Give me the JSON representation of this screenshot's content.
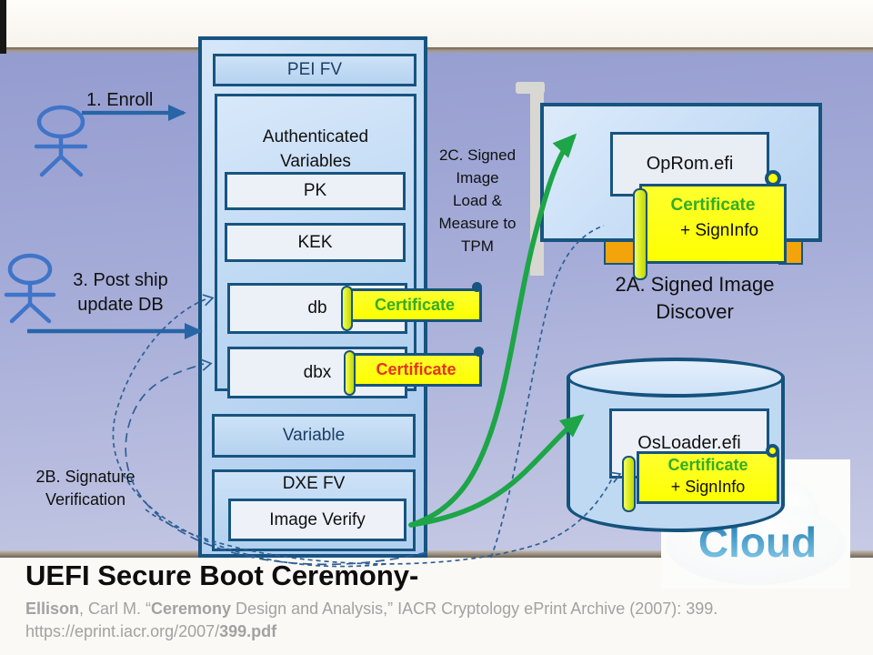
{
  "stack": {
    "pei_fv": "PEI FV",
    "auth_line1": "Authenticated",
    "auth_line2": "Variables",
    "pk": "PK",
    "kek": "KEK",
    "db": "db",
    "dbx": "dbx",
    "variable": "Variable",
    "dxe_fv": "DXE FV",
    "image_verify": "Image Verify"
  },
  "certs": {
    "db_label": "Certificate",
    "dbx_label": "Certificate",
    "oprom_line1": "Certificate",
    "oprom_line2": "+ SignInfo",
    "osloader_line1": "Certificate",
    "osloader_line2": "+ SignInfo"
  },
  "devices": {
    "oprom": "OpRom.efi",
    "osloader": "OsLoader.efi",
    "cloud": "Cloud"
  },
  "annotations": {
    "enroll": "1. Enroll",
    "post_ship_line1": "3. Post ship",
    "post_ship_line2": "update DB",
    "sig_line1": "2B. Signature",
    "sig_line2": "Verification",
    "tpm_lines": [
      "2C. Signed",
      "Image",
      "Load &",
      "Measure to",
      "TPM"
    ],
    "discover_line1": "2A. Signed Image",
    "discover_line2": "Discover"
  },
  "footer": {
    "title": "UEFI Secure Boot Ceremony-",
    "cite_author": "Ellison",
    "cite_mid1": ", Carl M. “",
    "cite_work": "Ceremony",
    "cite_mid2": " Design and Analysis,” IACR Cryptology ePrint Archive (2007): 399.",
    "cite_url_prefix": "https://eprint.iacr.org/2007/",
    "cite_url_file": "399.pdf"
  },
  "colors": {
    "border_navy": "#175480",
    "navy_text": "#1b3f66",
    "yellow": "#fdff00",
    "cert_green": "#33ad27",
    "cert_red": "#e6321f",
    "arrow_green": "#1da547",
    "arrow_blue": "#2765a6",
    "orange_tab": "#f2a40a",
    "purple_top": "#949cd0",
    "purple_bottom": "#c8cbe5",
    "cloud_blue": "#1b7ab0"
  }
}
